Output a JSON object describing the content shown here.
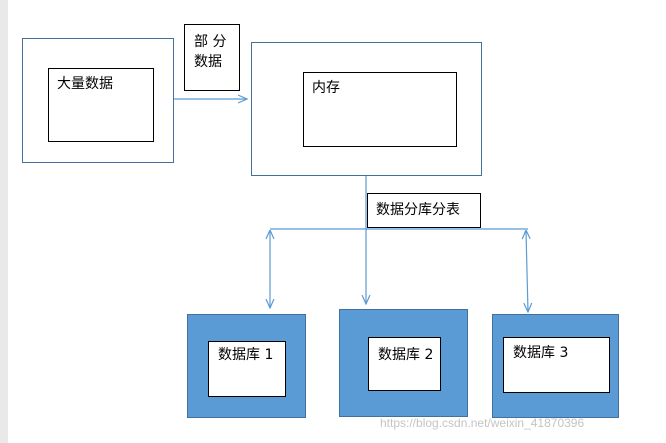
{
  "nodes": {
    "big_data": "大量数据",
    "partial_data_line1": "部 分",
    "partial_data_line2": "数据",
    "memory": "内存",
    "sharding": "数据分库分表",
    "db1": "数据库 1",
    "db2": "数据库 2",
    "db3": "数据库 3"
  },
  "watermark": "https://blog.csdn.net/weixin_41870396",
  "colors": {
    "outline": "#41719c",
    "db_fill": "#5b9bd5",
    "arrow": "#5b9bd5"
  }
}
